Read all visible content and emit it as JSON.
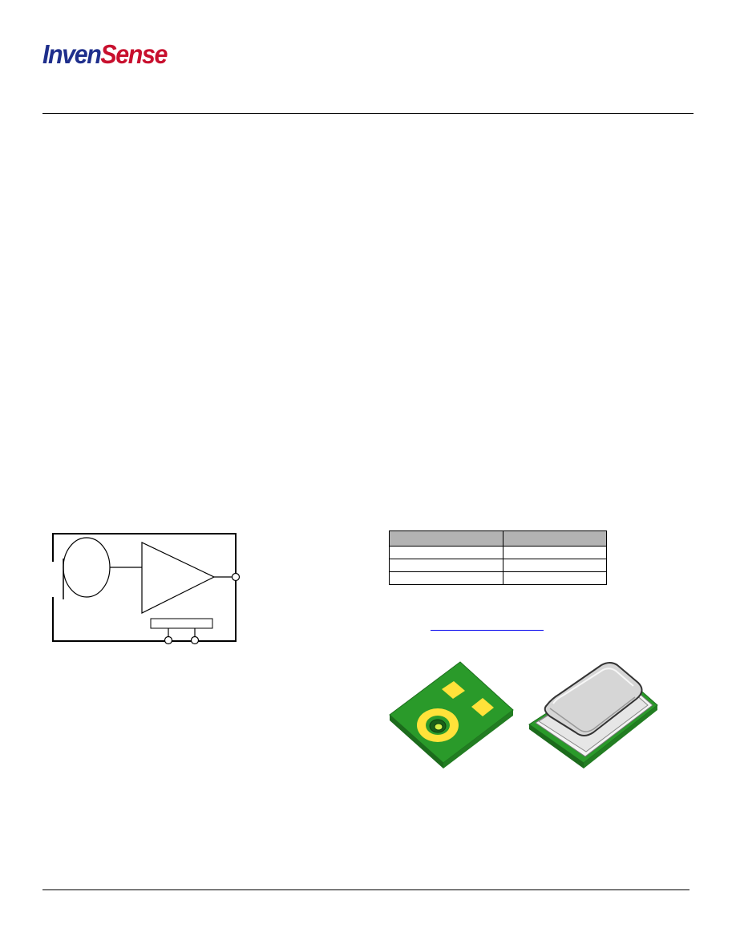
{
  "header": {
    "logo_part1": "Inven",
    "logo_part2": "Sense"
  },
  "colors": {
    "logo_blue": "#1f2f8c",
    "logo_red": "#c8102e",
    "pcb_green": "#2a9a2a",
    "pad_yellow": "#ffe23a",
    "lid_gray": "#d6d6d6",
    "table_header_gray": "#b3b3b3"
  },
  "ordering_table": {
    "rows": 3,
    "columns": 2
  },
  "images": {
    "diagram": "functional-block-diagram",
    "package_bottom": "package-bottom-view",
    "package_top": "package-top-view"
  }
}
